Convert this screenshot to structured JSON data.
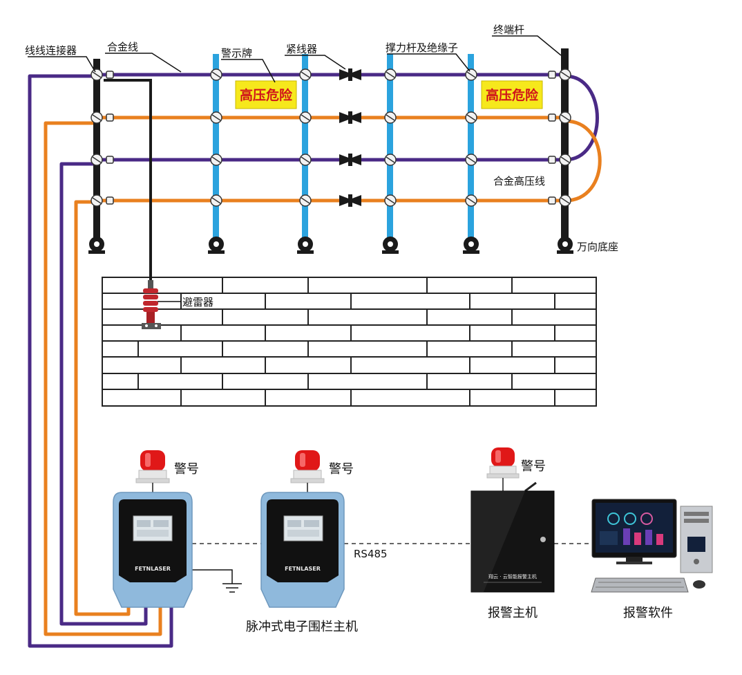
{
  "labels": {
    "wire_connector": "线线连接器",
    "alloy_wire": "合金线",
    "warning_sign": "警示牌",
    "tensioner": "紧线器",
    "support_pole": "撑力杆及绝缘子",
    "terminal_pole": "终端杆",
    "hv_alloy_wire": "合金高压线",
    "universal_base": "万向底座",
    "lightning_arrester": "避雷器",
    "alarm1": "警号",
    "alarm2": "警号",
    "alarm3": "警号",
    "rs485": "RS485",
    "pulse_host": "脉冲式电子围栏主机",
    "alarm_host": "报警主机",
    "alarm_software": "报警软件"
  },
  "sign_text_1": "高压危险",
  "sign_text_2": "高压危险",
  "device_brand_1": "FETNLASER",
  "device_brand_2": "FETNLASER",
  "alarm_host_brand": "翔云 · 云智能报警主机",
  "colors": {
    "purple_wire": "#4a2a86",
    "orange_wire": "#e9801f",
    "blue_pole": "#2ba3de",
    "black_pole": "#1a1a1a",
    "sign_bg": "#f6e81c",
    "sign_text": "#d0141a",
    "device_blue": "#8fb9dc",
    "beacon_red": "#e01818"
  }
}
